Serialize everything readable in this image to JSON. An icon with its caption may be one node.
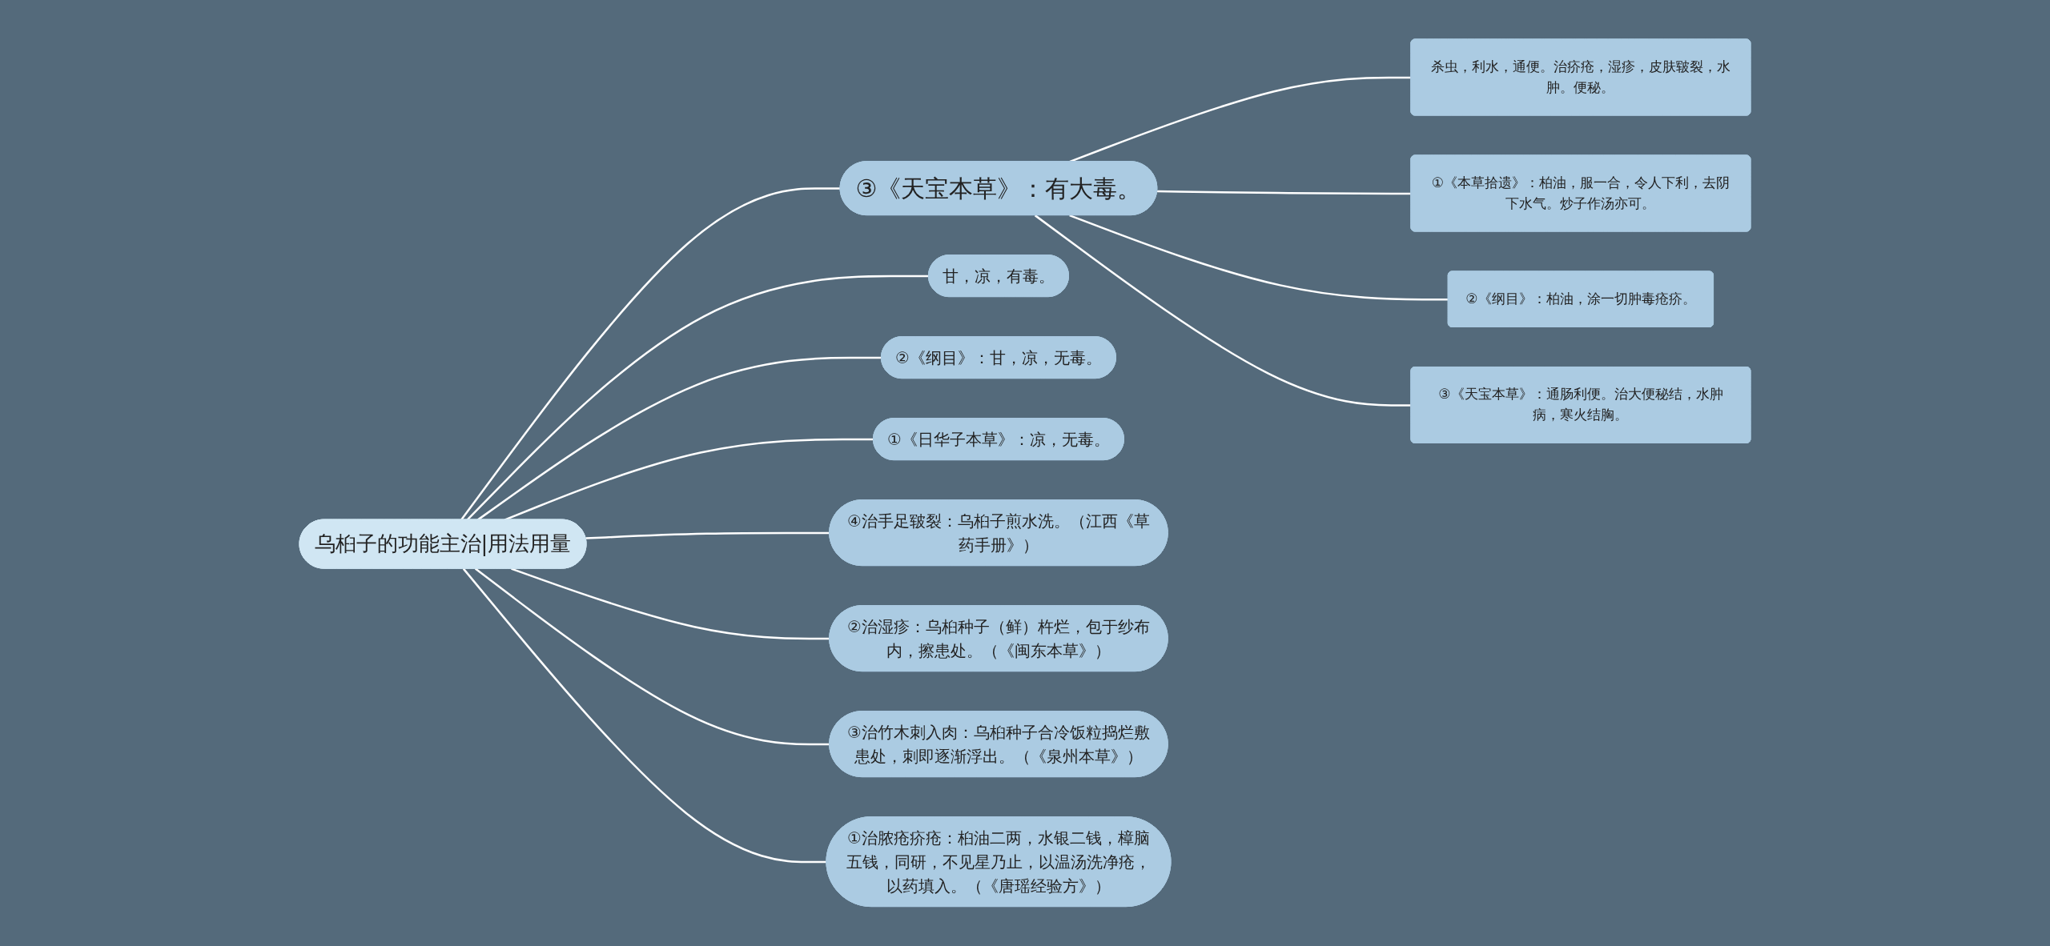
{
  "diagram": {
    "nodes": [
      {
        "text": [
          "乌桕子的功能主治|用法用量"
        ]
      },
      {
        "text": [
          "①《日华子本草》：凉，无毒。"
        ]
      },
      {
        "text": [
          "③《天宝本草》：有大毒。"
        ]
      },
      {
        "text": [
          "杀虫，利水，通便。治疥疮，湿疹，皮肤皲裂，水肿。便秘。"
        ]
      },
      {
        "text": [
          "①《本草拾遗》：柏油，服一合，令人下利，去阴下水气。炒子作汤亦可。"
        ]
      },
      {
        "text": [
          "②《纲目》：柏油，涂一切肿毒疮疥。"
        ]
      },
      {
        "text": [
          "③《天宝本草》：通肠利便。治大便秘结，水肿病，寒火结胸。"
        ]
      },
      {
        "text": [
          "②治湿疹：乌桕种子（鲜）杵烂，包于纱布内，擦患处。（《闽东本草》）"
        ]
      },
      {
        "text": [
          "④治手足皲裂：乌桕子煎水洗。（江西《草药手册》）"
        ]
      },
      {
        "text": [
          "甘，凉，有毒。"
        ]
      },
      {
        "text": [
          "②《纲目》：甘，凉，无毒。"
        ]
      },
      {
        "text": [
          "①治脓疮疥疮：桕油二两，水银二钱，樟脑五钱，同研，不见星乃止，以温汤洗净疮，以药填入。（《唐瑶经验方》）"
        ]
      },
      {
        "text": [
          "③治竹木刺入肉：乌桕种子合冷饭粒捣烂敷患处，刺即逐渐浮出。（《泉州本草》）"
        ]
      }
    ],
    "edges": [
      {
        "from": 0,
        "to": 1,
        "arrow": "none"
      },
      {
        "from": 0,
        "to": 2,
        "arrow": "none"
      },
      {
        "from": 2,
        "to": 3,
        "arrow": "none"
      },
      {
        "from": 2,
        "to": 4,
        "arrow": "none"
      },
      {
        "from": 2,
        "to": 5,
        "arrow": "none"
      },
      {
        "from": 2,
        "to": 6,
        "arrow": "none"
      },
      {
        "from": 0,
        "to": 7,
        "arrow": "none"
      },
      {
        "from": 0,
        "to": 8,
        "arrow": "none"
      },
      {
        "from": 0,
        "to": 9,
        "arrow": "none"
      },
      {
        "from": 0,
        "to": 10,
        "arrow": "none"
      },
      {
        "from": 0,
        "to": 11,
        "arrow": "none"
      },
      {
        "from": 0,
        "to": 12,
        "arrow": "none"
      }
    ]
  }
}
